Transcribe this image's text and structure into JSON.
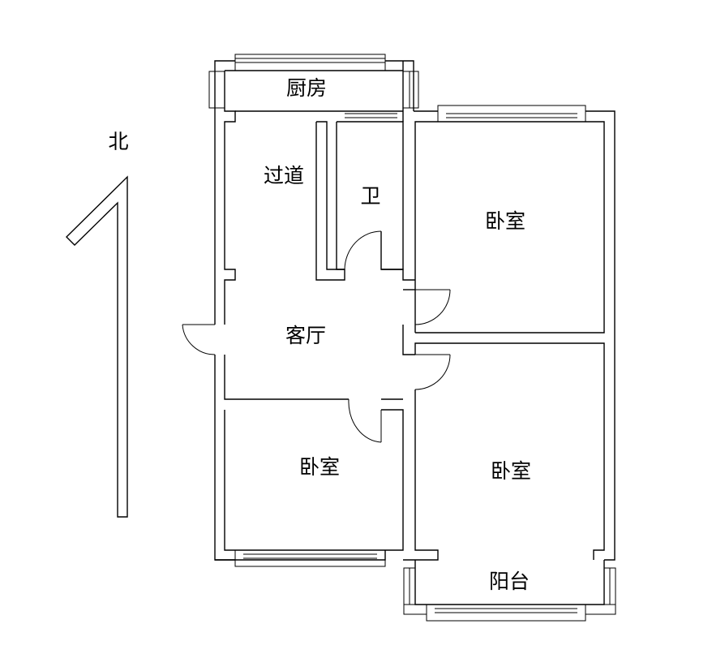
{
  "north_label": "北",
  "rooms": {
    "kitchen": "厨房",
    "corridor": "过道",
    "bathroom": "卫",
    "bedroom_ne": "卧室",
    "living": "客厅",
    "bedroom_sw": "卧室",
    "bedroom_se": "卧室",
    "balcony": "阳台"
  }
}
